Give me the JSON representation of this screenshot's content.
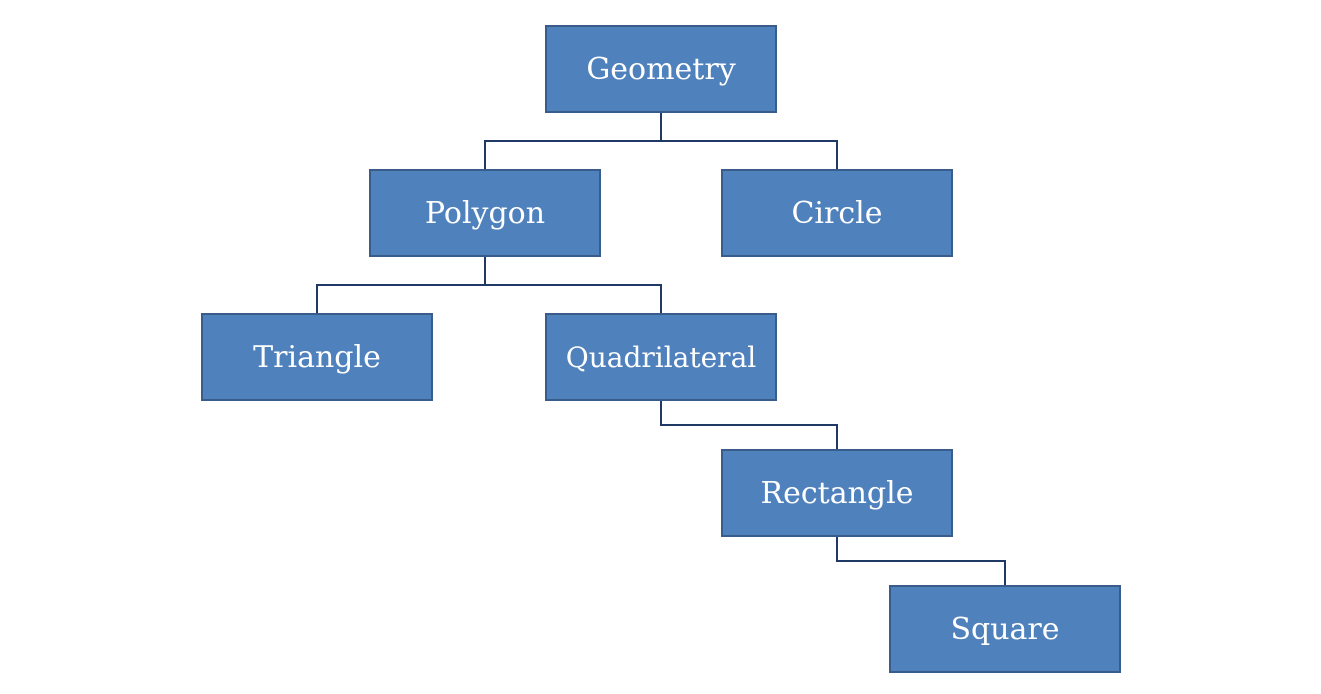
{
  "colors": {
    "node_fill": "#4f81bd",
    "node_border": "#385d8a",
    "connector": "#1f3864",
    "text": "#ffffff"
  },
  "nodes": {
    "geometry": "Geometry",
    "polygon": "Polygon",
    "circle": "Circle",
    "triangle": "Triangle",
    "quadrilateral": "Quadrilateral",
    "rectangle": "Rectangle",
    "square": "Square"
  },
  "edges": [
    [
      "geometry",
      "polygon"
    ],
    [
      "geometry",
      "circle"
    ],
    [
      "polygon",
      "triangle"
    ],
    [
      "polygon",
      "quadrilateral"
    ],
    [
      "quadrilateral",
      "rectangle"
    ],
    [
      "rectangle",
      "square"
    ]
  ]
}
